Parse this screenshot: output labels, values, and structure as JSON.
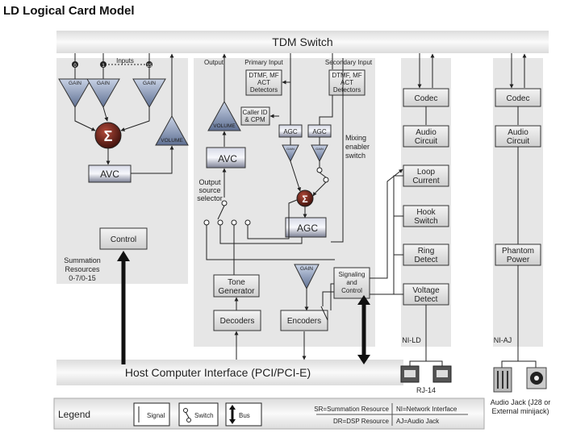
{
  "title": "LD Logical Card Model",
  "tdm_switch": "TDM Switch",
  "host_interface": "Host Computer Interface (PCI/PCI-E)",
  "summation": {
    "inputs_label": "Inputs",
    "input_numbers": [
      "0",
      "1",
      "15"
    ],
    "gain": "GAIN",
    "sigma": "Σ",
    "volume": "VOLUME",
    "avc": "AVC",
    "control": "Control",
    "resources_label": [
      "Summation",
      "Resources",
      "0-7/0-15"
    ]
  },
  "dsp": {
    "output_label": "Output",
    "primary_input": "Primary Input",
    "secondary_input": "Secondary Input",
    "dtmf": [
      "DTMF, MF",
      "ACT",
      "Detectors"
    ],
    "caller_id": [
      "Caller ID",
      "& CPM"
    ],
    "volume": "VOLUME",
    "avc": "AVC",
    "agc": "AGC",
    "gain": "GAIN",
    "sigma": "Σ",
    "mixing_label": [
      "Mixing",
      "enabler",
      "switch"
    ],
    "output_selector_label": [
      "Output",
      "source",
      "selector"
    ],
    "tone_generator": [
      "Tone",
      "Generator"
    ],
    "decoders": "Decoders",
    "encoders": "Encoders",
    "signaling": [
      "Signaling",
      "and",
      "Control"
    ]
  },
  "ni_ld": {
    "codec": "Codec",
    "audio_circuit": [
      "Audio",
      "Circuit"
    ],
    "loop_current": [
      "Loop",
      "Current"
    ],
    "hook_switch": [
      "Hook",
      "Switch"
    ],
    "ring_detect": [
      "Ring",
      "Detect"
    ],
    "voltage_detect": [
      "Voltage",
      "Detect"
    ],
    "label": "NI-LD",
    "rj14": "RJ-14"
  },
  "ni_aj": {
    "codec": "Codec",
    "audio_circuit": [
      "Audio",
      "Circuit"
    ],
    "phantom_power": [
      "Phantom",
      "Power"
    ],
    "label": "NI-AJ",
    "audio_jack": [
      "Audio Jack (J28 or",
      "External minijack)"
    ]
  },
  "legend": {
    "label": "Legend",
    "signal": "Signal",
    "switch": "Switch",
    "bus": "Bus",
    "sr": "SR=Summation Resource",
    "dr": "DR=DSP Resource",
    "ni": "NI=Network Interface",
    "aj": "AJ=Audio Jack"
  }
}
